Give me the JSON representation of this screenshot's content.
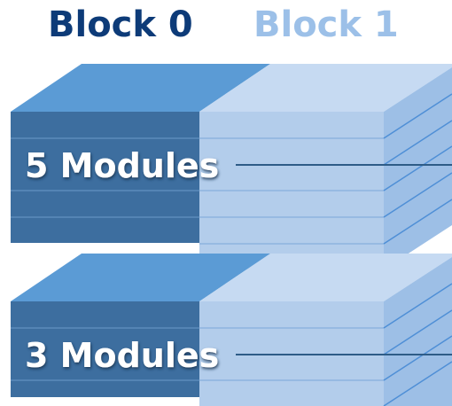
{
  "blocks": [
    {
      "title": "Block 0",
      "title_color": "#0d3b78"
    },
    {
      "title": "Block 1",
      "title_color": "#9cc0e8"
    }
  ],
  "stacks": [
    {
      "label": "5 Modules",
      "module_count": 5
    },
    {
      "label": "3 Modules",
      "module_count": 3
    }
  ],
  "colors": {
    "block0_top": "#5b9bd5",
    "block0_front": "#3d6e9f",
    "block0_lines": "#5c8cbc",
    "block1_top": "#c6daf2",
    "block1_front": "#b3cdeb",
    "block1_side": "#9dbfe6",
    "block1_lines": "#8eb3e0",
    "side_lines": "#4f8fd6",
    "label_text": "#ffffff",
    "label_shadow": "#12324f",
    "pointer_line": "#2e5c87"
  }
}
